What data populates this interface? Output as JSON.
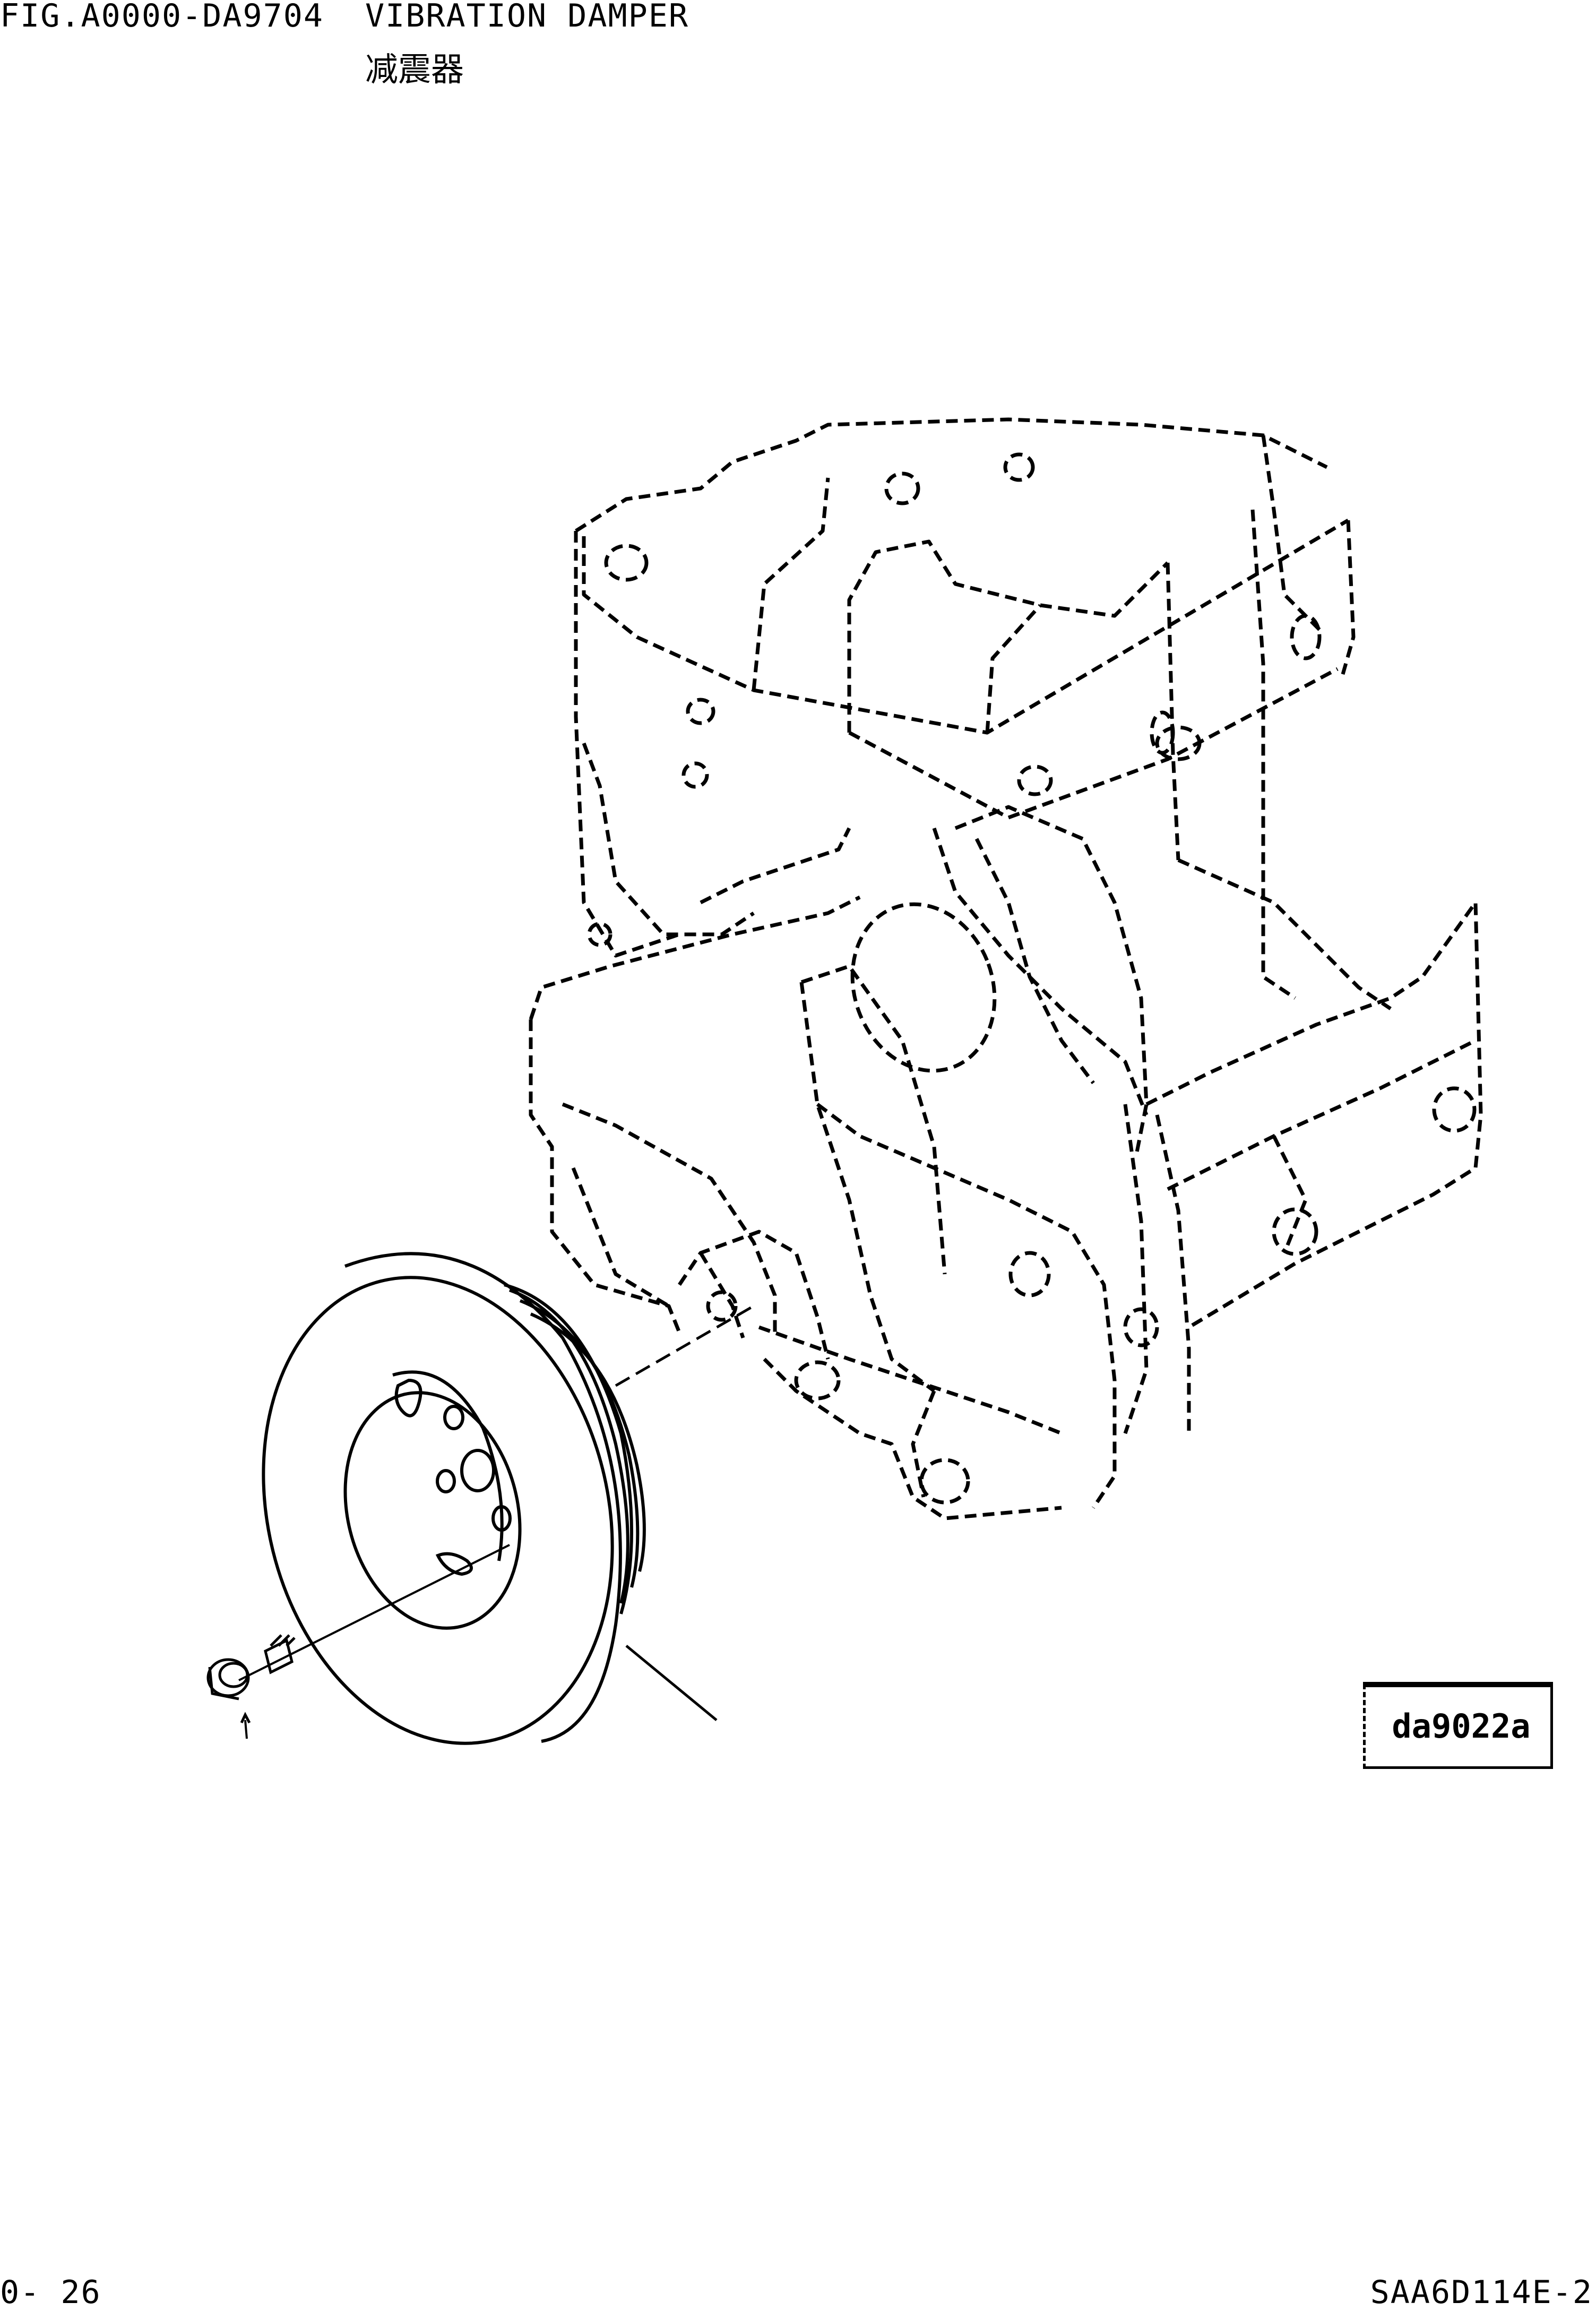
{
  "header": {
    "figure_id": "FIG.A0000-DA9704",
    "title": "VIBRATION DAMPER",
    "subtitle": "减震器"
  },
  "drawing": {
    "reference_code": "da9022a",
    "parts": [
      "engine-block-outline",
      "vibration-damper",
      "mounting-bolt"
    ]
  },
  "footer": {
    "page_number": "0- 26",
    "model": "SAA6D114E-2"
  }
}
